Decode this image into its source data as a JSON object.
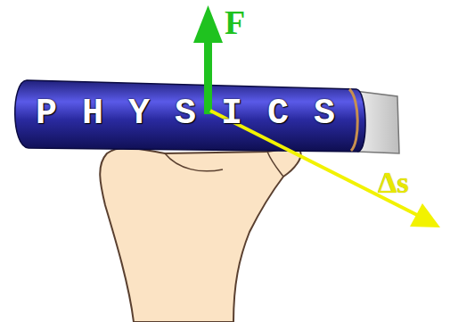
{
  "diagram": {
    "labels": [
      "PHYSICS",
      "F",
      "Δs"
    ]
  }
}
